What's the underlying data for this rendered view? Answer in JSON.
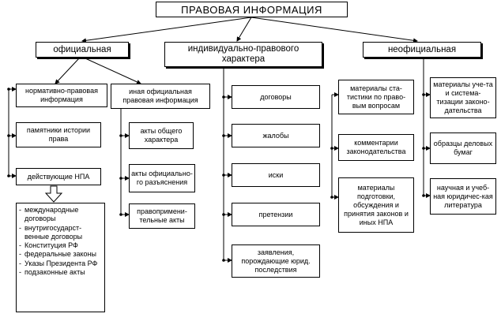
{
  "title": "ПРАВОВАЯ   ИНФОРМАЦИЯ",
  "categories": {
    "official": "официальная",
    "individual": "индивидуально-правового характера",
    "unofficial": "неофициальная"
  },
  "official": {
    "normative": "нормативно-правовая информация",
    "monuments": "памятники истории права",
    "current_npa": "действующие НПА",
    "npa_list": [
      "международные договоры",
      "внутригосударст-венные договоры",
      "Конституция РФ",
      "федеральные законы",
      "Указы Президента РФ",
      "подзаконные акты"
    ],
    "other": "иная официальная правовая информация",
    "general_acts": "акты общего характера",
    "interpretation_acts": "акты официально-го разъяснения",
    "enforcement_acts": "правопримени-тельные акты"
  },
  "individual": {
    "items": [
      "договоры",
      "жалобы",
      "иски",
      "претензии",
      "заявления, порождающие юрид. последствия"
    ]
  },
  "unofficial": {
    "stats": "материалы ста-тистики по право-вым вопросам",
    "accounting": "материалы уче-та и система-тизации законо-дательства",
    "comments": "комментарии законодательства",
    "samples": "образцы деловых бумаг",
    "preparation": "материалы подготовки, обсуждения и принятия законов и иных НПА",
    "literature": "научная и учеб-ная юридичес-кая литература"
  }
}
